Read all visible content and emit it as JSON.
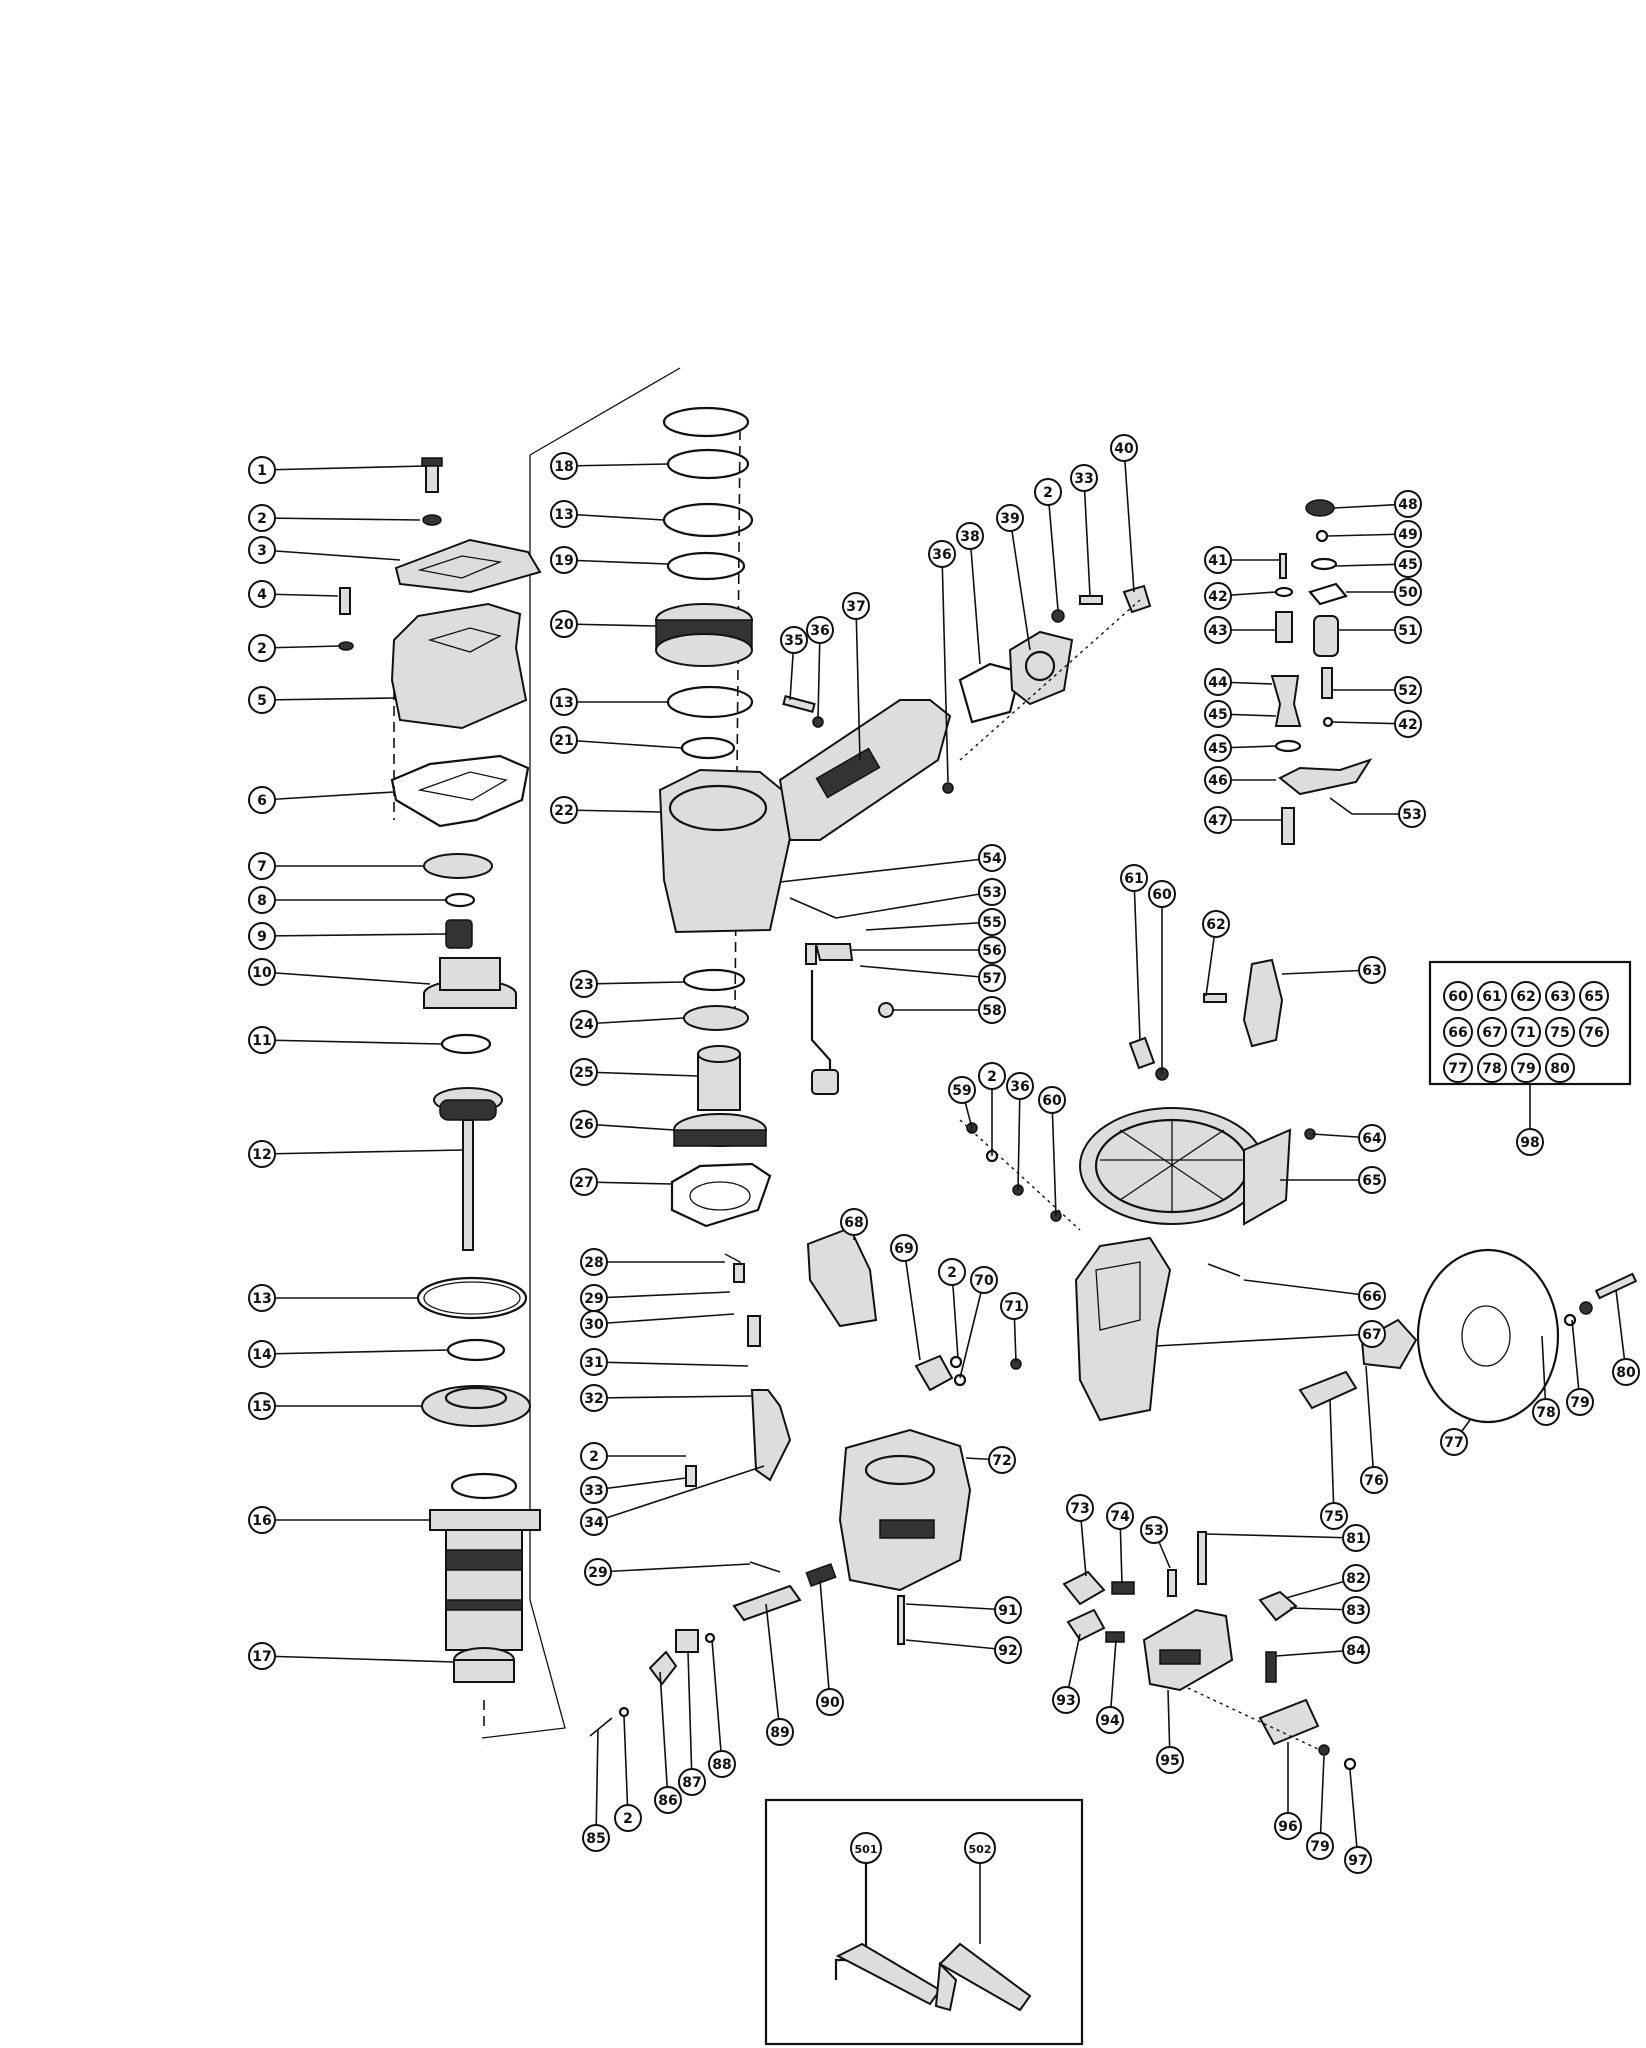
{
  "labels": [
    "1",
    "2",
    "3",
    "4",
    "5",
    "6",
    "7",
    "8",
    "9",
    "10",
    "11",
    "12",
    "13",
    "14",
    "15",
    "16",
    "17",
    "18",
    "19",
    "20",
    "21",
    "22",
    "23",
    "24",
    "25",
    "26",
    "27",
    "28",
    "29",
    "30",
    "31",
    "32",
    "33",
    "34",
    "35",
    "36",
    "37",
    "38",
    "39",
    "40",
    "41",
    "42",
    "43",
    "44",
    "45",
    "46",
    "47",
    "48",
    "49",
    "50",
    "51",
    "52",
    "53",
    "54",
    "55",
    "56",
    "57",
    "58",
    "59",
    "60",
    "61",
    "62",
    "63",
    "64",
    "65",
    "66",
    "67",
    "68",
    "69",
    "70",
    "71",
    "72",
    "73",
    "74",
    "75",
    "76",
    "77",
    "78",
    "79",
    "80",
    "81",
    "82",
    "83",
    "84",
    "85",
    "86",
    "87",
    "88",
    "89",
    "90",
    "91",
    "92",
    "93",
    "94",
    "95",
    "96",
    "97",
    "98",
    "501",
    "502"
  ],
  "kit_98": {
    "title": "98",
    "rows": [
      [
        "60",
        "61",
        "62",
        "63",
        "65"
      ],
      [
        "66",
        "67",
        "71",
        "75",
        "76"
      ],
      [
        "77",
        "78",
        "79",
        "80"
      ]
    ]
  },
  "tools": [
    "501",
    "502"
  ]
}
